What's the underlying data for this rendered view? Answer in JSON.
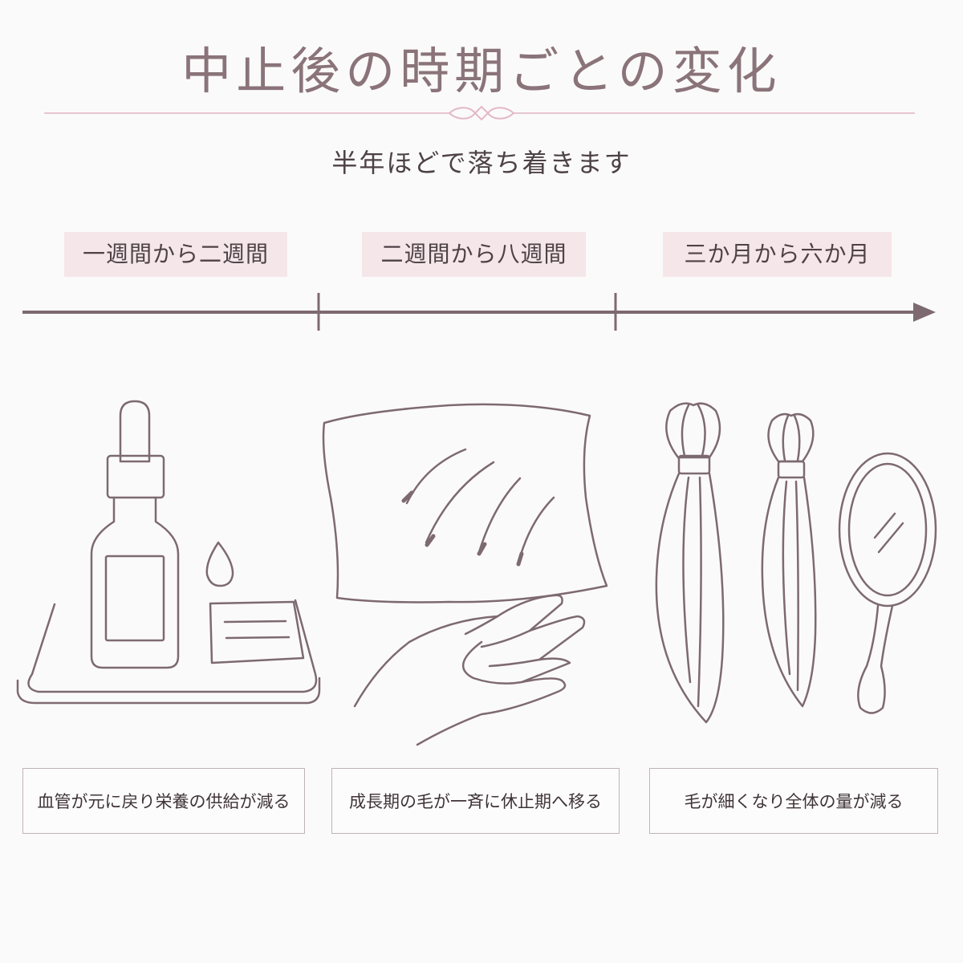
{
  "header": {
    "title": "中止後の時期ごとの変化",
    "subtitle": "半年ほどで落ち着きます"
  },
  "timeline": {
    "periods": [
      {
        "label": "一週間から二週間"
      },
      {
        "label": "二週間から八週間"
      },
      {
        "label": "三か月から六か月"
      }
    ]
  },
  "captions": [
    {
      "text": "血管が元に戻り栄養の供給が減る"
    },
    {
      "text": "成長期の毛が一斉に休止期へ移る"
    },
    {
      "text": "毛が細くなり全体の量が減る"
    }
  ],
  "colors": {
    "line": "#7d6a70",
    "accent": "#e8c5cf",
    "period_bg": "#f5e6ea",
    "title": "#8a7479"
  },
  "icons": [
    "serum-bottle-icon",
    "water-drop-icon",
    "tray-icon",
    "note-card-icon",
    "pillow-icon",
    "fallen-hair-icon",
    "hand-icon",
    "hair-bundle-icon",
    "hand-mirror-icon"
  ]
}
